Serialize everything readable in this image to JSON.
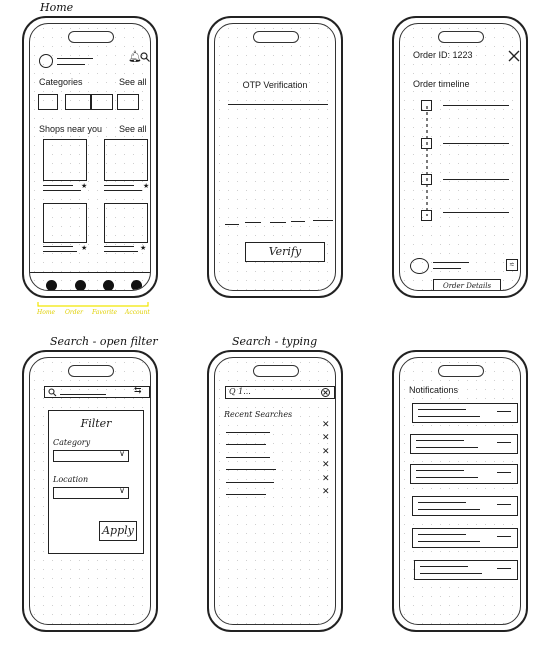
{
  "home": {
    "caption": "Home",
    "categories_label": "Categories",
    "categories_see_all": "See all",
    "shops_label": "Shops near you",
    "shops_see_all": "See all",
    "tab_labels": [
      "Home",
      "Order",
      "Favorite",
      "Account"
    ]
  },
  "otp": {
    "title": "OTP Verification",
    "verify_label": "Verify"
  },
  "order": {
    "order_id": "Order ID: 1223",
    "timeline_label": "Order timeline",
    "details_label": "Order Details"
  },
  "search_filter": {
    "caption": "Search - open filter",
    "filter_title": "Filter",
    "category_label": "Category",
    "location_label": "Location",
    "apply_label": "Apply"
  },
  "search_typing": {
    "caption": "Search - typing",
    "query": "Q 1...",
    "recent_label": "Recent Searches"
  },
  "notifications": {
    "title": "Notifications"
  },
  "colors": {
    "ink": "#222222",
    "highlight": "#f2e600"
  }
}
